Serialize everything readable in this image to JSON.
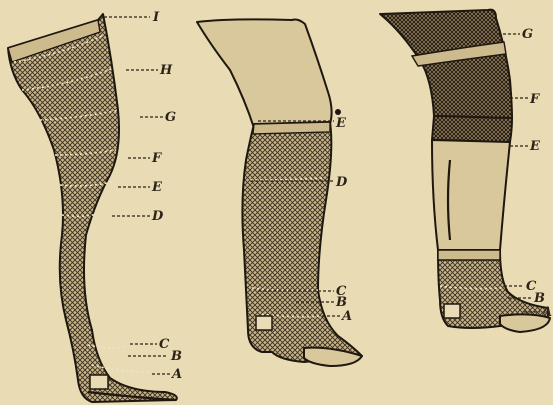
{
  "figures": [
    {
      "name": "stocking-full-length",
      "labels": [
        "I",
        "H",
        "G",
        "F",
        "E",
        "D",
        "C",
        "B",
        "A"
      ]
    },
    {
      "name": "stocking-knee-length",
      "labels": [
        "E",
        "D",
        "C",
        "B",
        "A"
      ]
    },
    {
      "name": "stocking-thigh-and-foot-sections",
      "labels": [
        "G",
        "F",
        "E",
        "C",
        "B",
        "A"
      ]
    }
  ],
  "colors": {
    "paper": "#e9dcb4",
    "ink": "#1e1810"
  }
}
